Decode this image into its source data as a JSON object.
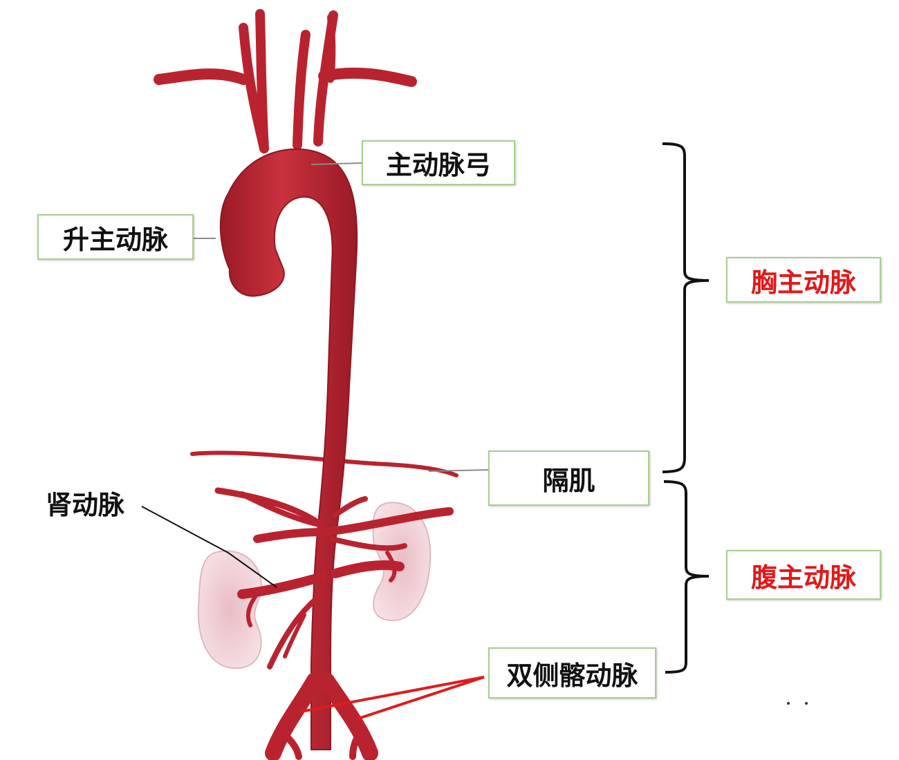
{
  "labels": {
    "aortic_arch": "主动脉弓",
    "ascending_aorta": "升主动脉",
    "thoracic_aorta": "胸主动脉",
    "diaphragm": "隔肌",
    "renal_artery": "肾动脉",
    "abdominal_aorta": "腹主动脉",
    "iliac_arteries": "双侧髂动脉"
  },
  "colors": {
    "artery": "#b9232f",
    "artery_dark": "#8e1822",
    "kidney": "#f1d3d8",
    "box_border": "#a8cf8e",
    "highlight_text": "#e21818",
    "pointer_red": "#e01b1b"
  }
}
